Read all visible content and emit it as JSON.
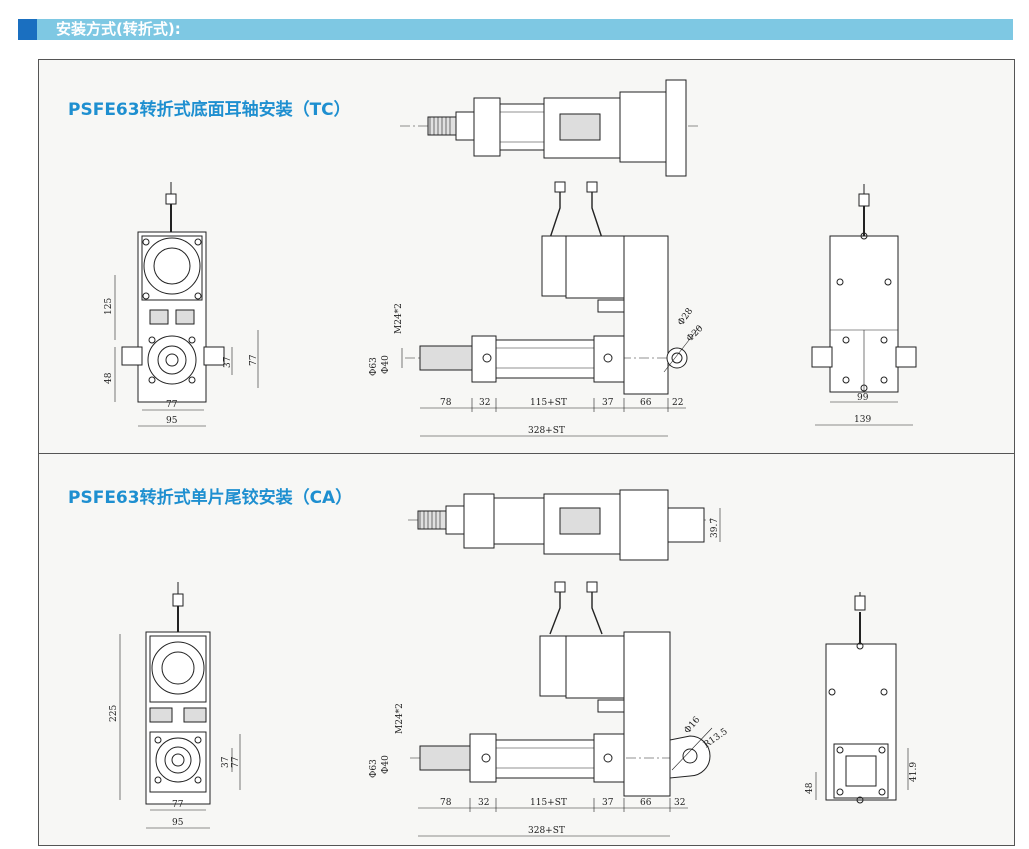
{
  "header": {
    "title": "安装方式(转折式):"
  },
  "section_tc": {
    "title": "PSFE63转折式底面耳轴安装（TC）",
    "dims": {
      "d125": "125",
      "d48": "48",
      "d37": "37",
      "d77v": "77",
      "d77h": "77",
      "d95": "95",
      "m24": "M24*2",
      "phi63": "Φ63",
      "phi40": "Φ40",
      "phi28": "Φ28",
      "phi20": "Φ20",
      "d78": "78",
      "d32": "32",
      "st115": "115+ST",
      "d37b": "37",
      "d66": "66",
      "d22": "22",
      "st328": "328+ST",
      "d99": "99",
      "d139": "139"
    }
  },
  "section_ca": {
    "title": "PSFE63转折式单片尾铰安装（CA）",
    "dims": {
      "d225": "225",
      "d37": "37",
      "d77v": "77",
      "d77h": "77",
      "d95": "95",
      "d39_7": "39.7",
      "m24": "M24*2",
      "phi63": "Φ63",
      "phi40": "Φ40",
      "phi16": "Φ16",
      "r13_5": "R13.5",
      "d78": "78",
      "d32": "32",
      "st115": "115+ST",
      "d37b": "37",
      "d66": "66",
      "d32b": "32",
      "st328": "328+ST",
      "d48": "48",
      "d41_9": "41.9"
    }
  }
}
